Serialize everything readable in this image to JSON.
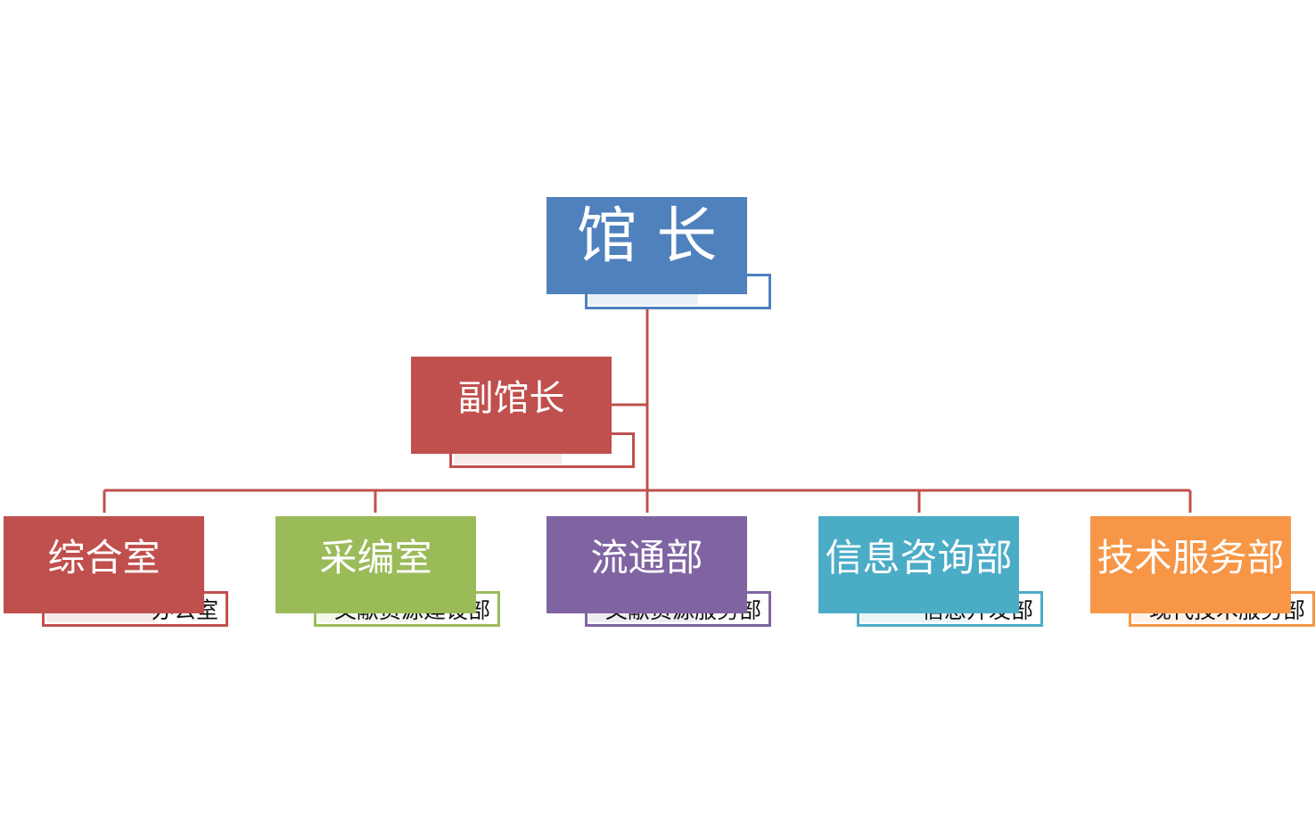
{
  "director": {
    "title": "馆 长",
    "color": "#4f81bd",
    "subtitle": ""
  },
  "deputy": {
    "title": "副馆长",
    "color": "#c0504d",
    "subtitle": ""
  },
  "connector_color": "#c0504d",
  "departments": [
    {
      "title": "综合室",
      "subtitle": "办公室",
      "color": "#c0504d"
    },
    {
      "title": "采编室",
      "subtitle": "文献资源建设部",
      "color": "#9bbb59"
    },
    {
      "title": "流通部",
      "subtitle": "文献资源服务部",
      "color": "#8064a2"
    },
    {
      "title": "信息咨询部",
      "subtitle": "信息开发部",
      "color": "#4bacc6"
    },
    {
      "title": "技术服务部",
      "subtitle": "现代技术服务部",
      "color": "#f79646"
    }
  ]
}
